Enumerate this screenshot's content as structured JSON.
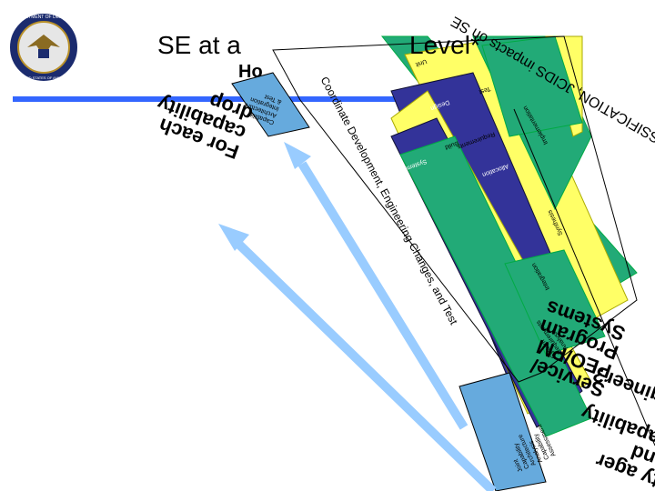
{
  "slide": {
    "title_left": "SE at a",
    "title_right": "Level*",
    "subtitle_fragment": "Ho",
    "blue_line_color": "#3366ff",
    "arrow_color": "#99ccff"
  },
  "logo": {
    "seal_text": "DEPARTMENT OF DEFENSE",
    "seal_bottom": "UNITED STATES OF AMERICA"
  },
  "callouts": {
    "top_right": "SSIFICATION, JCIDS impacts on SE",
    "left": "For each capability drop",
    "right": "Service/ PEO/PM Program Systems",
    "bottom_right": "ty ager and Capability s Engineer?"
  },
  "diagonal_banner": "Coordinate Development, Engineering Changes, and Test",
  "cards": {
    "capability_card": [
      "Capability",
      "Architecture",
      "Integration",
      "& Test"
    ],
    "system_card": [
      "System",
      "Requirements",
      "Analysis"
    ],
    "bottom_card": [
      "Joint",
      "Capability",
      "Architecture",
      "Analysis",
      "Capability",
      "Assessment"
    ]
  },
  "stripes": {
    "lines": [
      "Implementation",
      "Integration",
      "System",
      "Requirements",
      "Allocation",
      "Synthesis",
      "Test",
      "Unit",
      "Design",
      "Build"
    ],
    "colors": [
      "#22aa77",
      "#ffff66",
      "#333399",
      "#22aa77",
      "#ffff66",
      "#333399",
      "#22aa77"
    ]
  }
}
